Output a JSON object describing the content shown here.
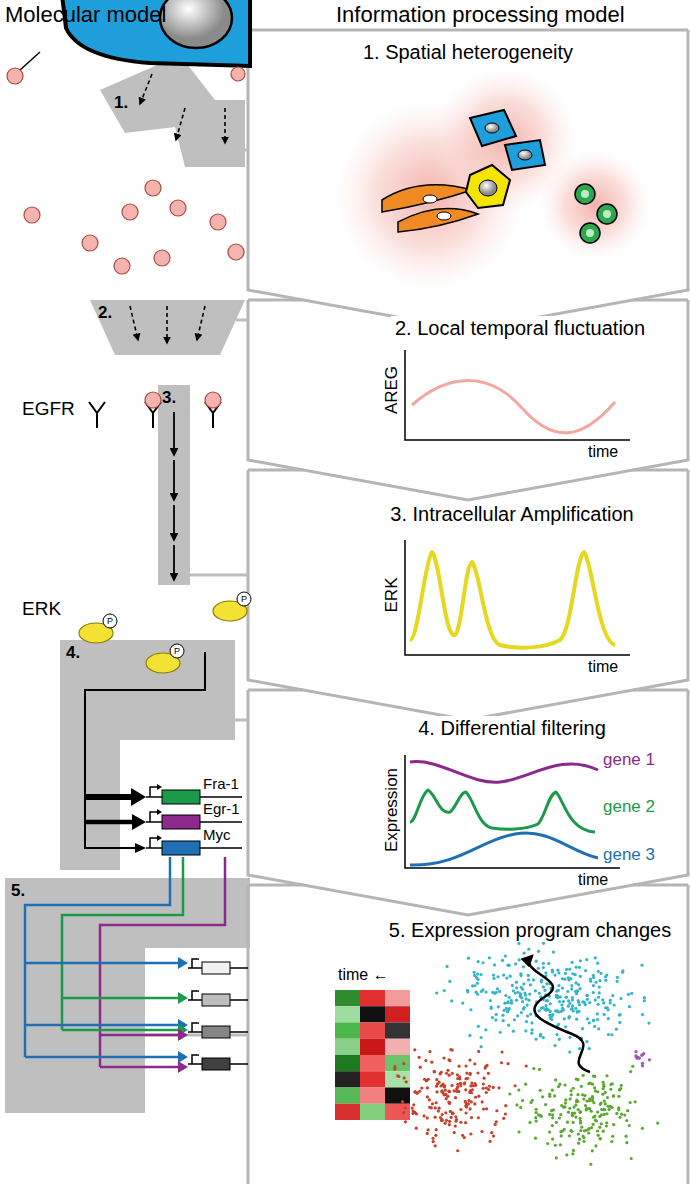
{
  "diagram": {
    "nodes": [
      {
        "text": [
          "1."
        ]
      },
      {
        "text": [
          "1. Spatial heterogeneity"
        ]
      },
      {
        "text": [
          "2."
        ]
      },
      {
        "text": [
          "2. Local temporal fluctuation"
        ]
      },
      {
        "text": [
          "3."
        ]
      },
      {
        "text": [
          "3. Intracellular Amplification"
        ]
      },
      {
        "text": [
          "4."
        ]
      },
      {
        "text": [
          "4. Differential filtering"
        ]
      },
      {
        "text": [
          "5."
        ]
      },
      {
        "text": [
          "5. Expression program changes"
        ]
      }
    ],
    "edges": [
      {
        "from": 0,
        "to": 1,
        "arrow": "none"
      },
      {
        "from": 2,
        "to": 3,
        "arrow": "none"
      },
      {
        "from": 4,
        "to": 5,
        "arrow": "none"
      },
      {
        "from": 6,
        "to": 7,
        "arrow": "none"
      },
      {
        "from": 8,
        "to": 9,
        "arrow": "none"
      }
    ],
    "labels": [
      "Molecular model",
      "Information processing model",
      "AREG",
      "time",
      "EGFR",
      "ERK",
      "time",
      "ERK",
      "P",
      "P",
      "P",
      "Expression",
      "gene 1",
      "gene 2",
      "gene 3",
      "time",
      "Fra-1",
      "Egr-1",
      "Myc",
      "time ←"
    ]
  }
}
